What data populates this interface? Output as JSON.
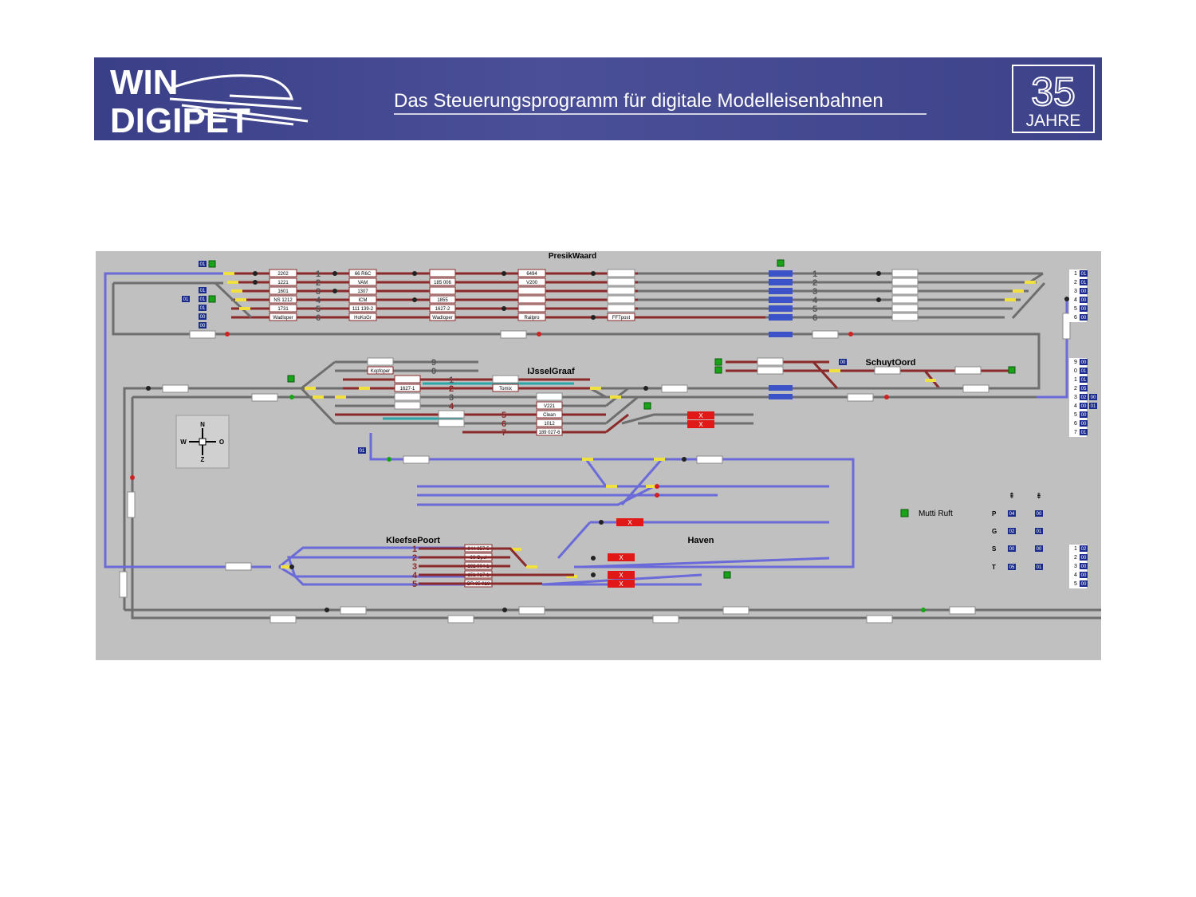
{
  "banner": {
    "logo_line1": "WIN",
    "logo_line2": "DIGIPET",
    "tagline": "Das Steuerungsprogramm für digitale Modelleisenbahnen",
    "anniversary_number": "35",
    "anniversary_word": "JAHRE"
  },
  "stations": {
    "presikwaard": "PresikWaard",
    "ijsselgraaf": "IJsselGraaf",
    "schuytoord": "SchuytOord",
    "kleefsepoort": "KleefsePoort",
    "haven": "Haven"
  },
  "compass": {
    "n": "N",
    "s": "Z",
    "w": "W",
    "e": "O"
  },
  "legend": {
    "mutti_ruft": "Mutti Ruft"
  },
  "top_blocks": {
    "col1": [
      "2202",
      "1221",
      "1601",
      "NS 1212",
      "1731",
      "Wadloper"
    ],
    "col2": [
      "66 R6C",
      "VAM",
      "1307",
      "ICM",
      "111 139-2",
      "HoKoGr"
    ],
    "col3": [
      "",
      "185 006",
      "",
      "1855",
      "1627-2",
      "Wadloper"
    ],
    "col4": [
      "6494",
      "V200",
      "",
      "",
      "",
      "Railpro"
    ],
    "col5": [
      "",
      "",
      "",
      "",
      "",
      "FFTpost"
    ],
    "track_numbers_left": [
      "1",
      "2",
      "3",
      "4",
      "5",
      "6"
    ],
    "track_numbers_right": [
      "1",
      "2",
      "3",
      "4",
      "5",
      "6"
    ]
  },
  "ijssel_blocks": {
    "upper": "Kopfoper",
    "track1": "",
    "track2": "1627-1",
    "track2b": "Tomix",
    "lower5": "V221",
    "lower6": "Clean",
    "lower7a": "1012",
    "lower7b": "189 027-6",
    "track_numbers": [
      "9",
      "0",
      "1",
      "2",
      "3",
      "4",
      "5",
      "6",
      "7"
    ]
  },
  "kleefse_blocks": [
    "044 657-5",
    "66 Opel",
    "232 904-1",
    "151 017-1",
    "BR 65 018"
  ],
  "kleefse_track_numbers": [
    "1",
    "2",
    "3",
    "4",
    "5"
  ],
  "x_mark": "X",
  "right_table_a": {
    "numbers": [
      "1",
      "2",
      "3",
      "4",
      "5",
      "6"
    ],
    "badges": [
      "01",
      "01",
      "00",
      "00",
      "00",
      "00"
    ]
  },
  "right_table_b": {
    "numbers": [
      "9",
      "0",
      "1",
      "2",
      "3",
      "4",
      "5",
      "6",
      "7"
    ],
    "badges": [
      "00",
      "01",
      "01",
      "05",
      "02",
      "00",
      "00",
      "00",
      "01"
    ],
    "extra": [
      "",
      "",
      "",
      "",
      "00",
      "01",
      "",
      "",
      ""
    ]
  },
  "right_table_c": {
    "numbers": [
      "1",
      "2",
      "3",
      "4",
      "5"
    ],
    "badges": [
      "02",
      "00",
      "00",
      "00",
      "00"
    ]
  },
  "pgst": {
    "rows": [
      "P",
      "G",
      "S",
      "T"
    ],
    "col1": [
      "04",
      "02",
      "00",
      "05"
    ],
    "col2": [
      "00",
      "01",
      "00",
      "01"
    ]
  },
  "left_badges": [
    "01",
    "01",
    "01",
    "01",
    "00",
    "00",
    "01"
  ],
  "misc_badges": {
    "ijssel_01": "01",
    "schuyt_00": "00"
  },
  "colors": {
    "banner": "#3d4289",
    "panel": "#c0c0c0",
    "track_gray": "#6e6e6e",
    "track_blue": "#6a6ad8",
    "track_red": "#8a2a2a",
    "track_teal": "#2aa6a6",
    "occupied_red": "#e01818",
    "badge_blue": "#1a2a8a",
    "signal_green": "#19a319"
  }
}
